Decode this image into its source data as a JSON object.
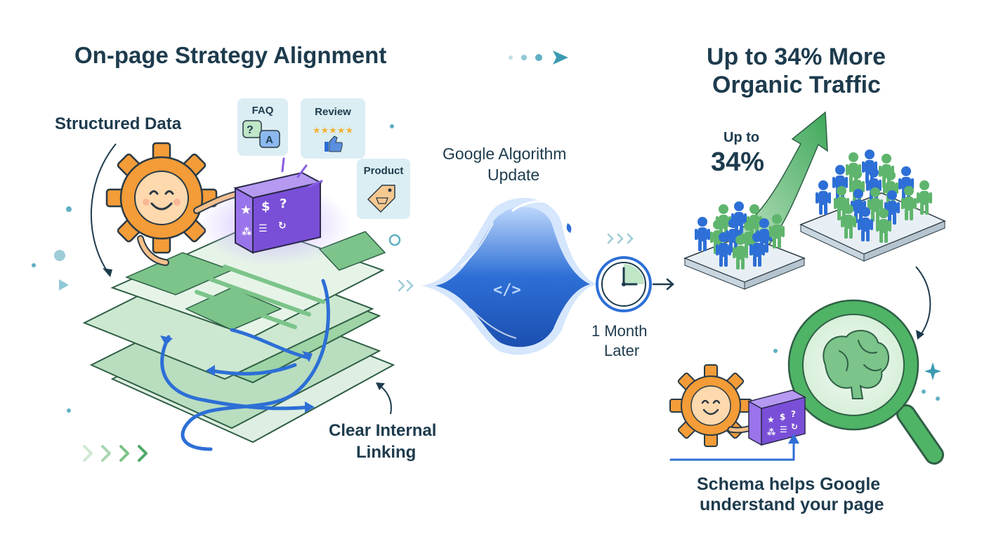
{
  "left": {
    "title": "On-page Strategy Alignment",
    "structured_data_label": "Structured Data",
    "internal_linking_label_line1": "Clear Internal",
    "internal_linking_label_line2": "Linking",
    "schema_cards": {
      "faq": "FAQ",
      "review": "Review",
      "product": "Product"
    }
  },
  "middle": {
    "update_line1": "Google Algorithm",
    "update_line2": "Update",
    "delay_line1": "1 Month",
    "delay_line2": "Later"
  },
  "right": {
    "title_line1": "Up to 34% More",
    "title_line2": "Organic Traffic",
    "growth_small": "Up to",
    "growth_big": "34%",
    "caption_line1": "Schema helps Google",
    "caption_line2": "understand your page"
  },
  "colors": {
    "navy_text": "#1d3b4d",
    "orange_gear": "#f39c38",
    "purple_block": "#8a5ce6",
    "green_page": "#7cc48a",
    "blue_link": "#2d6fd6",
    "teal_accent": "#3d9bb3"
  }
}
